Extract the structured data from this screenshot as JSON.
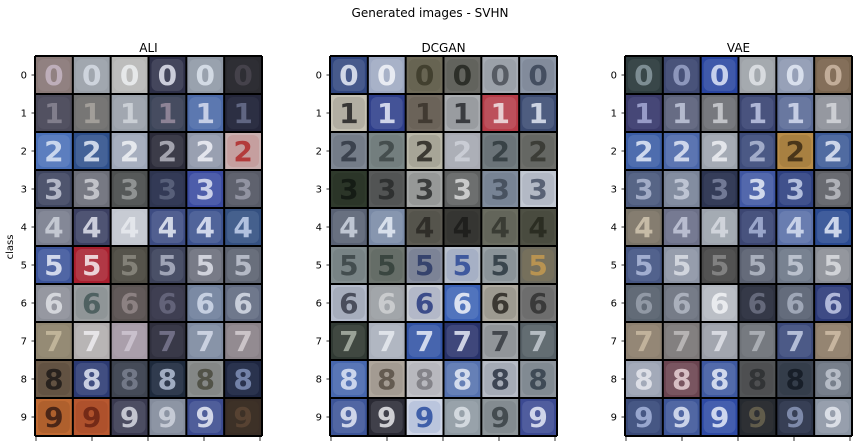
{
  "chart_data": {
    "type": "image-grid",
    "title": "Generated images - SVHN",
    "ylabel": "class",
    "row_tick_labels": [
      "0",
      "1",
      "2",
      "3",
      "4",
      "5",
      "6",
      "7",
      "8",
      "9"
    ],
    "panels": [
      {
        "name": "ALI",
        "tiles": [
          {
            "digits": [
              "0",
              "0",
              "0",
              "0",
              "0",
              "0"
            ],
            "bg": [
              "#8a7a78",
              "#9aa0a8",
              "#b7b7b5",
              "#2e3048",
              "#9099a6",
              "#2b2b30"
            ],
            "fg": [
              "#c7b6c4",
              "#d7dde6",
              "#eef0f2",
              "#e3e5f0",
              "#dde4ee",
              "#4a4650"
            ]
          },
          {
            "digits": [
              "1",
              "1",
              "1",
              "1",
              "1",
              "1"
            ],
            "bg": [
              "#4b4a5a",
              "#707070",
              "#9aa1aa",
              "#3b4458",
              "#4c6aa8",
              "#24263a"
            ],
            "fg": [
              "#8a8694",
              "#aaa6a0",
              "#d2d6dc",
              "#9a8da0",
              "#d8def0",
              "#6a708e"
            ]
          },
          {
            "digits": [
              "2",
              "2",
              "2",
              "2",
              "2",
              "2"
            ],
            "bg": [
              "#4a70b8",
              "#2e4f8a",
              "#9ea7b8",
              "#2c2c3a",
              "#8e96a8",
              "#c9b0b0"
            ],
            "fg": [
              "#dde6f6",
              "#e4ebf6",
              "#f0f2f6",
              "#b5b5c0",
              "#f0f2f8",
              "#b02a2a"
            ]
          },
          {
            "digits": [
              "3",
              "3",
              "3",
              "3",
              "3",
              "3"
            ],
            "bg": [
              "#3f4660",
              "#6c6e78",
              "#4d5050",
              "#2e3550",
              "#3a4aa0",
              "#575a66"
            ],
            "fg": [
              "#c4c8d6",
              "#cfcfd5",
              "#9a9c9c",
              "#5e6680",
              "#dfe4f4",
              "#9a9caa"
            ]
          },
          {
            "digits": [
              "4",
              "4",
              "4",
              "4",
              "4",
              "4"
            ],
            "bg": [
              "#7a7e8e",
              "#3c4062",
              "#c3c7d0",
              "#3d4c82",
              "#3c528e",
              "#345080"
            ],
            "fg": [
              "#cfd2dc",
              "#e1e3ee",
              "#e9ebf0",
              "#e8ecf6",
              "#e6eaf8",
              "#c4d2ee"
            ]
          },
          {
            "digits": [
              "5",
              "5",
              "5",
              "5",
              "5",
              "5"
            ],
            "bg": [
              "#3c549a",
              "#a81f2e",
              "#4e4c44",
              "#3d425a",
              "#6a6e7a",
              "#5d6370"
            ],
            "fg": [
              "#e8ecf8",
              "#f6eef0",
              "#8c8a80",
              "#aeb3c4",
              "#e0e2ea",
              "#c2c6d2"
            ]
          },
          {
            "digits": [
              "6",
              "6",
              "6",
              "6",
              "6",
              "6"
            ],
            "bg": [
              "#8c8f98",
              "#9a9ea0",
              "#5a5352",
              "#3a3a4c",
              "#6f7f9a",
              "#616a80"
            ],
            "fg": [
              "#dfe1e6",
              "#445858",
              "#94898a",
              "#6a6a80",
              "#d2dcec",
              "#d8dde8"
            ]
          },
          {
            "digits": [
              "7",
              "7",
              "7",
              "7",
              "7",
              "7"
            ],
            "bg": [
              "#8f8570",
              "#b1adae",
              "#a59aa6",
              "#30303e",
              "#7e8aa0",
              "#8a8288"
            ],
            "fg": [
              "#c8bca0",
              "#efedf0",
              "#cfc6d2",
              "#7a7890",
              "#d6dcea",
              "#d5ced2"
            ]
          },
          {
            "digits": [
              "8",
              "8",
              "8",
              "8",
              "8",
              "8"
            ],
            "bg": [
              "#6b5a48",
              "#2c3a72",
              "#3e4450",
              "#1e2a3c",
              "#8c9090",
              "#1e2640"
            ],
            "fg": [
              "#1e1a18",
              "#e0e5f2",
              "#7a8090",
              "#b4c0d6",
              "#4a4a3e",
              "#8090b8"
            ]
          },
          {
            "digits": [
              "9",
              "9",
              "9",
              "9",
              "9",
              "9"
            ],
            "bg": [
              "#c06a32",
              "#b85830",
              "#3a3a50",
              "#848c9c",
              "#3b4a8e",
              "#3a2e26"
            ],
            "fg": [
              "#3a1c14",
              "#6a2414",
              "#d8dae4",
              "#cfd4de",
              "#e8ebf6",
              "#5c4634"
            ]
          }
        ]
      },
      {
        "name": "DCGAN",
        "tiles": [
          {
            "digits": [
              "0",
              "0",
              "0",
              "0",
              "0",
              "0"
            ],
            "bg": [
              "#31467e",
              "#9ea9c2",
              "#6e6a58",
              "#6b6b66",
              "#a7acb4",
              "#8c96a6"
            ],
            "fg": [
              "#e9edf8",
              "#f4f6fa",
              "#3c3a2a",
              "#242620",
              "#4c5058",
              "#3a4456"
            ]
          },
          {
            "digits": [
              "1",
              "1",
              "1",
              "1",
              "1",
              "1"
            ],
            "bg": [
              "#c6c2b4",
              "#2e3e8a",
              "#726a60",
              "#a9acb0",
              "#b63c48",
              "#3b4a70"
            ],
            "fg": [
              "#222222",
              "#e8ecf8",
              "#3a342c",
              "#2a2c30",
              "#f0e4e6",
              "#e2e8f4"
            ]
          },
          {
            "digits": [
              "2",
              "2",
              "2",
              "2",
              "2",
              "2"
            ],
            "bg": [
              "#7e8692",
              "#7a8686",
              "#b9b7a8",
              "#a8aab2",
              "#727c80",
              "#6d6e6a"
            ],
            "fg": [
              "#323844",
              "#3e4646",
              "#2a2822",
              "#cfd2da",
              "#303a3e",
              "#353630"
            ]
          },
          {
            "digits": [
              "3",
              "3",
              "3",
              "3",
              "3",
              "3"
            ],
            "bg": [
              "#2f3a2c",
              "#585a5a",
              "#a5a7a6",
              "#5e6060",
              "#7f8b9c",
              "#c2c8d2"
            ],
            "fg": [
              "#121812",
              "#2a2c2c",
              "#2c2e2e",
              "#dadada",
              "#404a58",
              "#4a5468"
            ]
          },
          {
            "digits": [
              "4",
              "4",
              "4",
              "4",
              "4",
              "4"
            ],
            "bg": [
              "#5a6274",
              "#7a8aa6",
              "#5c5a52",
              "#3a3a36",
              "#6a6c60",
              "#4e5044"
            ],
            "fg": [
              "#cfd6e2",
              "#e6ecf6",
              "#2a2824",
              "#1c1c1a",
              "#34362e",
              "#26281e"
            ]
          },
          {
            "digits": [
              "5",
              "5",
              "5",
              "5",
              "5",
              "5"
            ],
            "bg": [
              "#818c8e",
              "#6d746e",
              "#888e9e",
              "#b7bfcc",
              "#98a0a4",
              "#6c6a5e"
            ],
            "fg": [
              "#3a4446",
              "#33403a",
              "#2a3866",
              "#2e4a98",
              "#2c3840",
              "#c49a50"
            ]
          },
          {
            "digits": [
              "6",
              "6",
              "6",
              "6",
              "6",
              "6"
            ],
            "bg": [
              "#b5bccc",
              "#9da0a4",
              "#c6cad2",
              "#3c62b6",
              "#aeaaa0",
              "#767676"
            ],
            "fg": [
              "#3a3e4c",
              "#d0d2d4",
              "#283a80",
              "#f2f4fa",
              "#2a2822",
              "#323232"
            ]
          },
          {
            "digits": [
              "7",
              "7",
              "7",
              "7",
              "7",
              "7"
            ],
            "bg": [
              "#313a34",
              "#aab0bc",
              "#3253a4",
              "#28326a",
              "#9ea2a6",
              "#566066"
            ],
            "fg": [
              "#aab2a6",
              "#e8ebf0",
              "#e8edf8",
              "#e6eaf6",
              "#363a40",
              "#c4cad0"
            ]
          },
          {
            "digits": [
              "8",
              "8",
              "8",
              "8",
              "8",
              "8"
            ],
            "bg": [
              "#4767ae",
              "#aea69c",
              "#c1c1c6",
              "#5571ae",
              "#b7bcc6",
              "#8d949c"
            ],
            "fg": [
              "#dfe6f6",
              "#5a5046",
              "#7c7a80",
              "#e6ecf6",
              "#2c3444",
              "#34404c"
            ]
          },
          {
            "digits": [
              "9",
              "9",
              "9",
              "9",
              "9",
              "9"
            ],
            "bg": [
              "#3d5598",
              "#2a2a34",
              "#cfd6e6",
              "#8f9aa2",
              "#8e969a",
              "#3c4a92"
            ],
            "fg": [
              "#e4e9f6",
              "#e8e8ec",
              "#2a4ea0",
              "#dde2e8",
              "#3a4246",
              "#e6eaf8"
            ]
          }
        ]
      },
      {
        "name": "VAE",
        "tiles": [
          {
            "digits": [
              "0",
              "0",
              "0",
              "0",
              "0",
              "0"
            ],
            "bg": [
              "#2e3c3e",
              "#3e4870",
              "#2a46a0",
              "#9ea2a8",
              "#8c98b0",
              "#7a6650"
            ],
            "fg": [
              "#8a9aa0",
              "#9aa4c8",
              "#dfe6f8",
              "#e2e4e8",
              "#e4eaf6",
              "#cdb8a4"
            ]
          },
          {
            "digits": [
              "1",
              "1",
              "1",
              "1",
              "1",
              "1"
            ],
            "bg": [
              "#3a3a6a",
              "#5a6078",
              "#6c6e72",
              "#3a4470",
              "#5a6a96",
              "#8c9098"
            ],
            "fg": [
              "#a6aad6",
              "#c2c8dc",
              "#cfd0d4",
              "#c0c8e6",
              "#d6dcf0",
              "#d6d8dc"
            ]
          },
          {
            "digits": [
              "2",
              "2",
              "2",
              "2",
              "2",
              "2"
            ],
            "bg": [
              "#3a5ca4",
              "#4a66a8",
              "#9ba2ac",
              "#3e4c7a",
              "#b88c48",
              "#3d5a96"
            ],
            "fg": [
              "#e4ebf8",
              "#e2e8f6",
              "#eef0f4",
              "#b0bad6",
              "#3a2a14",
              "#e2e8f6"
            ]
          },
          {
            "digits": [
              "3",
              "3",
              "3",
              "3",
              "3",
              "3"
            ],
            "bg": [
              "#4c5a7c",
              "#7a8498",
              "#2c3450",
              "#3f56a2",
              "#2e4080",
              "#5e6066"
            ],
            "fg": [
              "#aeb8d2",
              "#c8cedc",
              "#7c84a0",
              "#e6ecf8",
              "#c6d0ea",
              "#bcbec4"
            ]
          },
          {
            "digits": [
              "4",
              "4",
              "4",
              "4",
              "4",
              "4"
            ],
            "bg": [
              "#7a7468",
              "#6c7088",
              "#9ea4ae",
              "#3c4672",
              "#5a70a8",
              "#2a4a90"
            ],
            "fg": [
              "#d2c6b0",
              "#c4c8da",
              "#d8dce2",
              "#a8b4d8",
              "#d8e0f2",
              "#e4eaf8"
            ]
          },
          {
            "digits": [
              "5",
              "5",
              "5",
              "5",
              "5",
              "5"
            ],
            "bg": [
              "#465682",
              "#8c94a4",
              "#4a4a4a",
              "#5a6070",
              "#6e7888",
              "#8a8e96"
            ],
            "fg": [
              "#b0bcdc",
              "#dcdfe6",
              "#8a8a8a",
              "#b6bcc8",
              "#c6ccd8",
              "#dcdee2"
            ]
          },
          {
            "digits": [
              "6",
              "6",
              "6",
              "6",
              "6",
              "6"
            ],
            "bg": [
              "#5a6470",
              "#6e7480",
              "#b4b8c0",
              "#2e3240",
              "#5a6272",
              "#2c3a78"
            ],
            "fg": [
              "#9aa2ae",
              "#b4bac6",
              "#f2f3f6",
              "#6e7284",
              "#aab2c2",
              "#c4cce8"
            ]
          },
          {
            "digits": [
              "7",
              "7",
              "7",
              "7",
              "7",
              "7"
            ],
            "bg": [
              "#8c8070",
              "#7c7878",
              "#9a9ea8",
              "#6e7278",
              "#3c4a7a",
              "#8e7e6c"
            ],
            "fg": [
              "#cabaa2",
              "#c0bcbc",
              "#e2e4ea",
              "#b2b6bc",
              "#c6cfe6",
              "#d0bea8"
            ]
          },
          {
            "digits": [
              "8",
              "8",
              "8",
              "8",
              "8",
              "8"
            ],
            "bg": [
              "#9aa2b2",
              "#6a4450",
              "#3e58a0",
              "#525456",
              "#3a4250",
              "#6e7682"
            ],
            "fg": [
              "#e6e8ee",
              "#e8d2d6",
              "#e6ecf8",
              "#2e3032",
              "#141a24",
              "#c0c6d0"
            ]
          },
          {
            "digits": [
              "9",
              "9",
              "9",
              "9",
              "9",
              "9"
            ],
            "bg": [
              "#3a4a78",
              "#3e5698",
              "#2e4aa4",
              "#262a30",
              "#2c3448",
              "#8c96a4"
            ],
            "fg": [
              "#a6b4dc",
              "#e0e6f6",
              "#e6ecfa",
              "#6a6450",
              "#8a96b8",
              "#e6eaf0"
            ]
          }
        ]
      }
    ]
  }
}
